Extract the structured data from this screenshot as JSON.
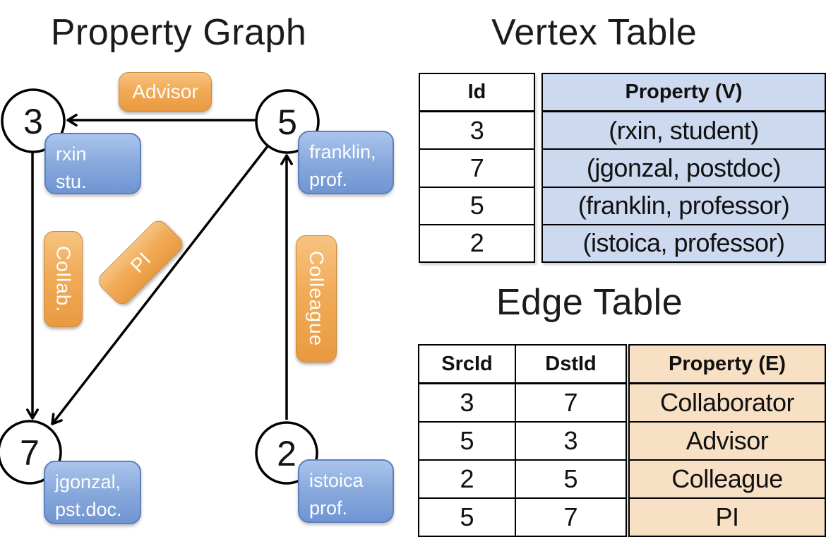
{
  "titles": {
    "graph": "Property Graph",
    "vertex": "Vertex Table",
    "edge": "Edge Table"
  },
  "graph": {
    "nodes": [
      {
        "id": "3"
      },
      {
        "id": "5"
      },
      {
        "id": "7"
      },
      {
        "id": "2"
      }
    ],
    "node_properties": [
      {
        "line1": "rxin",
        "line2": "stu."
      },
      {
        "line1": "franklin,",
        "line2": "prof."
      },
      {
        "line1": "jgonzal,",
        "line2": "pst.doc."
      },
      {
        "line1": "istoica",
        "line2": "prof."
      }
    ],
    "edge_labels": {
      "advisor": "Advisor",
      "collab": "Collab.",
      "pi": "PI",
      "colleague": "Colleague"
    }
  },
  "vertex_table": {
    "headers": {
      "id": "Id",
      "property": "Property (V)"
    },
    "rows": [
      {
        "id": "3",
        "property": "(rxin, student)"
      },
      {
        "id": "7",
        "property": "(jgonzal, postdoc)"
      },
      {
        "id": "5",
        "property": "(franklin, professor)"
      },
      {
        "id": "2",
        "property": "(istoica, professor)"
      }
    ]
  },
  "edge_table": {
    "headers": {
      "src": "SrcId",
      "dst": "DstId",
      "property": "Property (E)"
    },
    "rows": [
      {
        "src": "3",
        "dst": "7",
        "property": "Collaborator"
      },
      {
        "src": "5",
        "dst": "3",
        "property": "Advisor"
      },
      {
        "src": "2",
        "dst": "5",
        "property": "Colleague"
      },
      {
        "src": "5",
        "dst": "7",
        "property": "PI"
      }
    ]
  },
  "colors": {
    "edge_label_orange": "#f1ab57",
    "vertex_prop_blue": "#87a8dc",
    "vertex_cell_blue": "#cdd9ee",
    "edge_cell_tan": "#f8e0c4",
    "line_black": "#000000"
  }
}
